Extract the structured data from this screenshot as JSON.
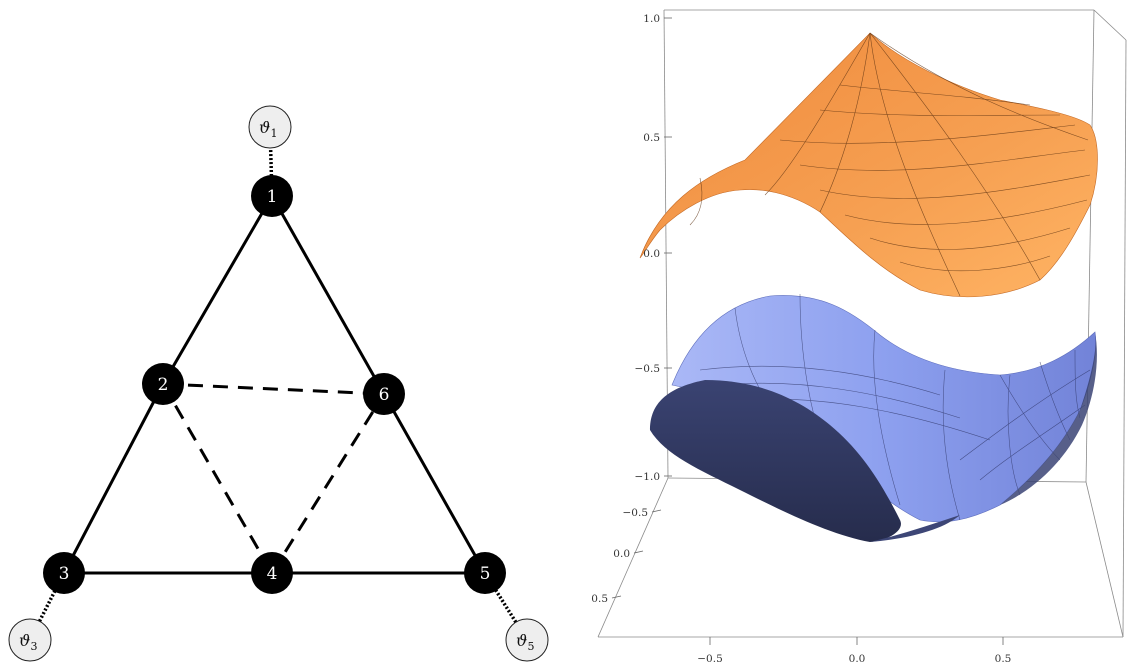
{
  "graph": {
    "nodes": [
      {
        "id": "1",
        "label": "1"
      },
      {
        "id": "2",
        "label": "2"
      },
      {
        "id": "3",
        "label": "3"
      },
      {
        "id": "4",
        "label": "4"
      },
      {
        "id": "5",
        "label": "5"
      },
      {
        "id": "6",
        "label": "6"
      }
    ],
    "external_nodes": [
      {
        "attached_to": "1",
        "symbol": "ϑ",
        "subscript": "1"
      },
      {
        "attached_to": "3",
        "symbol": "ϑ",
        "subscript": "3"
      },
      {
        "attached_to": "5",
        "symbol": "ϑ",
        "subscript": "5"
      }
    ],
    "edges": [
      {
        "from": "1",
        "to": "2",
        "style": "solid"
      },
      {
        "from": "2",
        "to": "3",
        "style": "solid"
      },
      {
        "from": "3",
        "to": "4",
        "style": "solid"
      },
      {
        "from": "4",
        "to": "5",
        "style": "solid"
      },
      {
        "from": "5",
        "to": "6",
        "style": "solid"
      },
      {
        "from": "6",
        "to": "1",
        "style": "solid"
      },
      {
        "from": "2",
        "to": "6",
        "style": "dashed"
      },
      {
        "from": "2",
        "to": "4",
        "style": "dashed"
      },
      {
        "from": "4",
        "to": "6",
        "style": "dashed"
      }
    ],
    "colors": {
      "node_fill": "#000000",
      "external_fill": "#eeeeee",
      "edge": "#000000"
    }
  },
  "surface_plot": {
    "z_ticks": [
      "1.0",
      "0.5",
      "0.0",
      "−0.5",
      "−1.0"
    ],
    "y_ticks": [
      "−0.5",
      "0.0",
      "0.5"
    ],
    "x_ticks": [
      "−0.5",
      "0.0",
      "0.5"
    ],
    "upper_surface_color": "#f28a3a",
    "lower_surface_color": "#8fa1ee",
    "lower_underside_color": "#2d3458"
  }
}
